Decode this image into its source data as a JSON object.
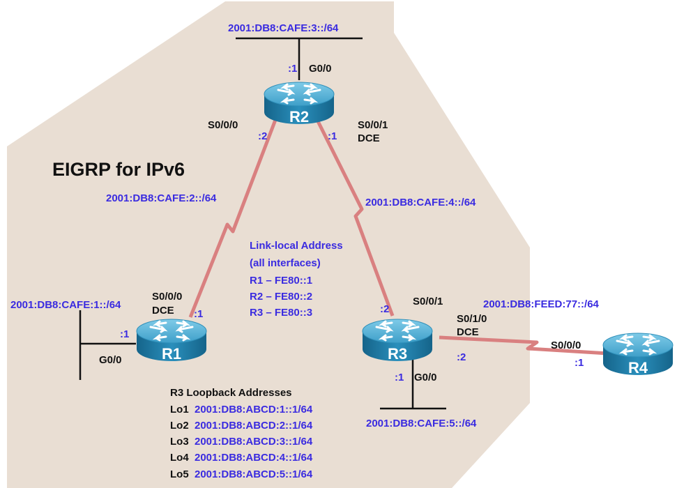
{
  "title": "EIGRP for IPv6",
  "colors": {
    "area": "#e9ded3",
    "serial_link": "#d98080",
    "address_text": "#3a2be0",
    "label_text": "#111111",
    "router_top": "#5cb8dc",
    "router_body": "#1c7ea8"
  },
  "routers": {
    "r1": {
      "name": "R1"
    },
    "r2": {
      "name": "R2"
    },
    "r3": {
      "name": "R3"
    },
    "r4": {
      "name": "R4"
    }
  },
  "networks": {
    "lan_r2": "2001:DB8:CAFE:3::/64",
    "lan_r1": "2001:DB8:CAFE:1::/64",
    "lan_r3": "2001:DB8:CAFE:5::/64",
    "link_r1_r2": "2001:DB8:CAFE:2::/64",
    "link_r2_r3": "2001:DB8:CAFE:4::/64",
    "link_r3_r4": "2001:DB8:FEED:77::/64"
  },
  "interfaces": {
    "r2_g00": "G0/0",
    "r2_g00_host": ":1",
    "r2_s000": "S0/0/0",
    "r2_s000_host": ":2",
    "r2_s001": "S0/0/1",
    "r2_s001_dce": "DCE",
    "r2_s001_host": ":1",
    "r1_s000": "S0/0/0",
    "r1_s000_dce": "DCE",
    "r1_s000_host": ":1",
    "r1_g00": "G0/0",
    "r1_g00_host": ":1",
    "r3_s001": "S0/0/1",
    "r3_s001_host": ":2",
    "r3_s010": "S0/1/0",
    "r3_s010_dce": "DCE",
    "r3_s010_host": ":2",
    "r3_g00": "G0/0",
    "r3_g00_host": ":1",
    "r4_s000": "S0/0/0",
    "r4_s000_host": ":1"
  },
  "link_local": {
    "heading_1": "Link-local Address",
    "heading_2": "(all interfaces)",
    "entries": [
      "R1 – FE80::1",
      "R2 – FE80::2",
      "R3 – FE80::3"
    ]
  },
  "loopbacks": {
    "heading": "R3 Loopback Addresses",
    "items": [
      {
        "name": "Lo1",
        "address": "2001:DB8:ABCD:1::1/64"
      },
      {
        "name": "Lo2",
        "address": "2001:DB8:ABCD:2::1/64"
      },
      {
        "name": "Lo3",
        "address": "2001:DB8:ABCD:3::1/64"
      },
      {
        "name": "Lo4",
        "address": "2001:DB8:ABCD:4::1/64"
      },
      {
        "name": "Lo5",
        "address": "2001:DB8:ABCD:5::1/64"
      }
    ]
  }
}
